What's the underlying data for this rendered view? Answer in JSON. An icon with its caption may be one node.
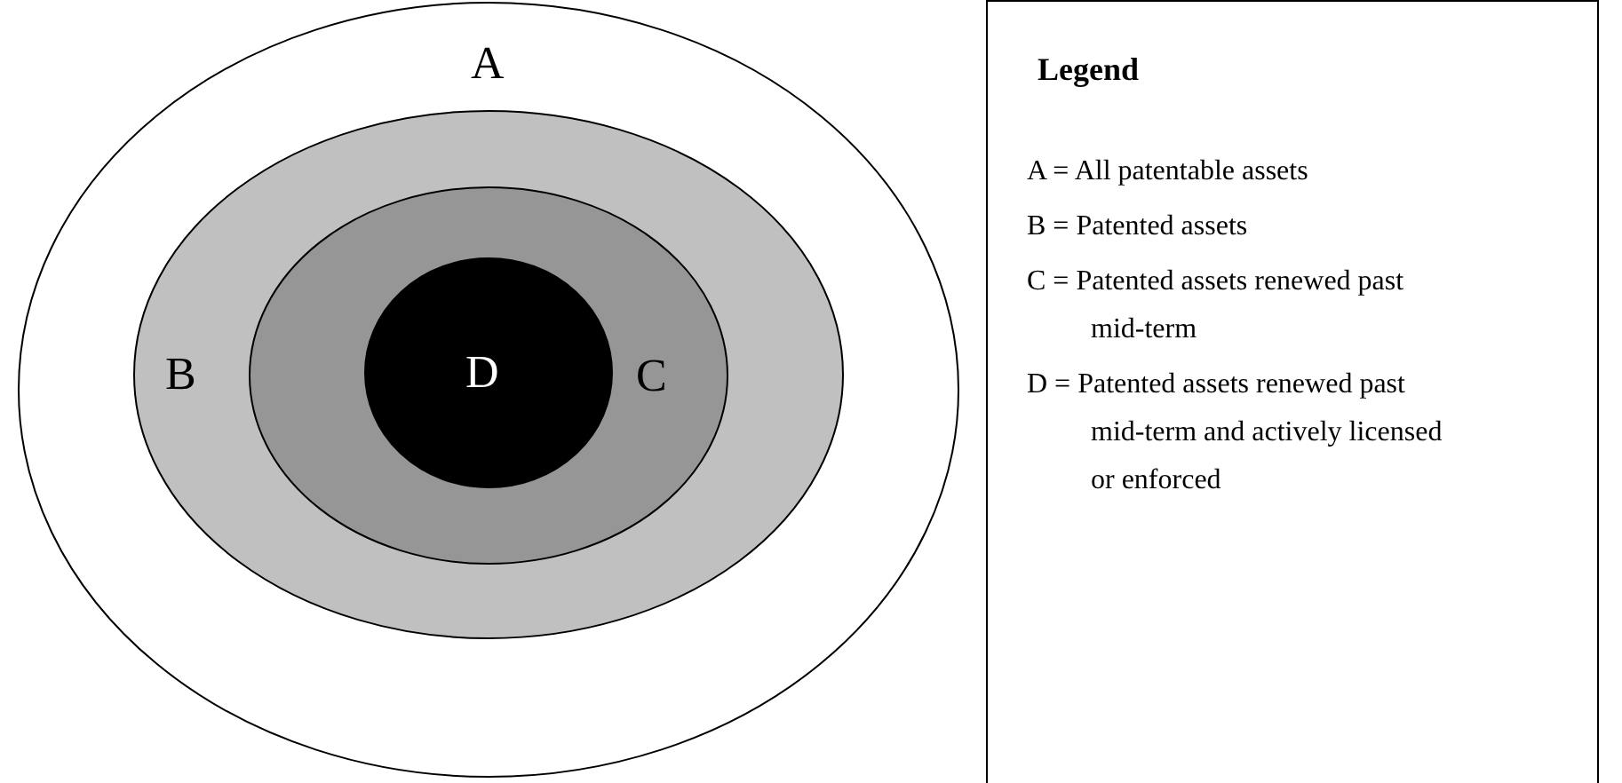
{
  "diagram": {
    "nodes": [
      {
        "text": [
          "A"
        ]
      },
      {
        "text": [
          "B"
        ],
        "in": 0
      },
      {
        "text": [
          "C"
        ],
        "in": 1
      },
      {
        "text": [
          "D"
        ],
        "in": 2
      }
    ],
    "edges": [],
    "labels": [
      "Legend"
    ],
    "legend": [
      {
        "text": "A = All patentable assets"
      },
      {
        "text": "B = Patented assets"
      },
      {
        "text": "C = Patented assets renewed past mid-term"
      },
      {
        "text": "D = Patented assets renewed past mid-term and actively licensed or enforced"
      }
    ]
  }
}
